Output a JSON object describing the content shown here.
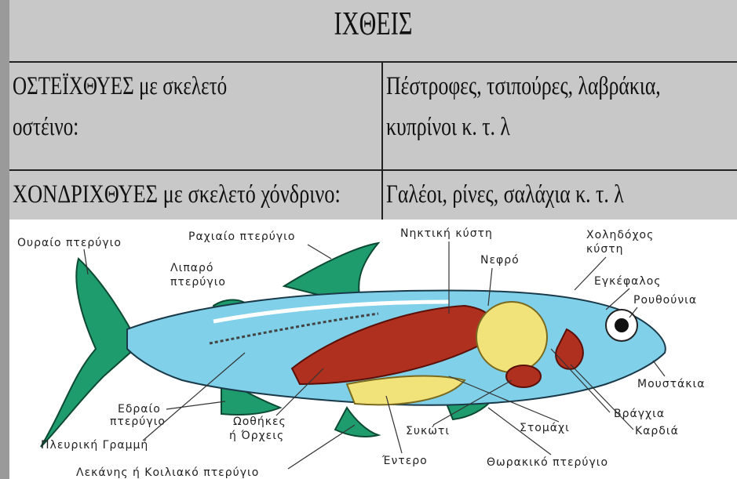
{
  "table": {
    "title": "ΙΧΘΕΙΣ",
    "rows": [
      {
        "left_line1": "ΟΣΤΕΪΧΘΥΕΣ με σκελετό",
        "left_line2": "οστέινο:",
        "right_line1": "Πέστροφες,   τσιπούρες,   λαβράκια,",
        "right_line2": "κυπρίνοι κ. τ. λ"
      },
      {
        "left_line1": "ΧΟΝΔΡΙΧΘΥΕΣ με σκελετό χόνδρινο:",
        "right_line1": "Γαλέοι, ρίνες, σαλάχια κ. τ. λ"
      }
    ]
  },
  "diagram": {
    "labels": {
      "tail_fin": "Ουραίο πτερύγιο",
      "dorsal_fin": "Ραχιαίο πτερύγιο",
      "swim_bladder": "Νηκτική κύστη",
      "gall_bladder_1": "Χοληδόχος",
      "gall_bladder_2": "κύστη",
      "adipose_fin_1": "Λιπαρό",
      "adipose_fin_2": "πτερύγιο",
      "kidney": "Νεφρό",
      "brain": "Εγκέφαλος",
      "snout": "Ρουθούνια",
      "barbels": "Μουστάκια",
      "anal_fin_1": "Εδραίο",
      "anal_fin_2": "πτερύγιο",
      "ovaries_1": "Ωοθήκες",
      "ovaries_2": "ή Όρχεις",
      "gills": "Βράγχια",
      "lateral_line": "Πλευρική Γραμμή",
      "liver": "Συκώτι",
      "stomach": "Στομάχι",
      "heart": "Καρδιά",
      "intestine": "Έντερο",
      "pelvic_fin": "Λεκάνης ή Κοιλιακό πτερύγιο",
      "pectoral_fin": "Θωρακικό πτερύγιο"
    },
    "colors": {
      "body": "#7fd0e8",
      "fins": "#1e9c6e",
      "organs_red": "#b03020",
      "organs_yellow": "#f2e27a"
    }
  }
}
